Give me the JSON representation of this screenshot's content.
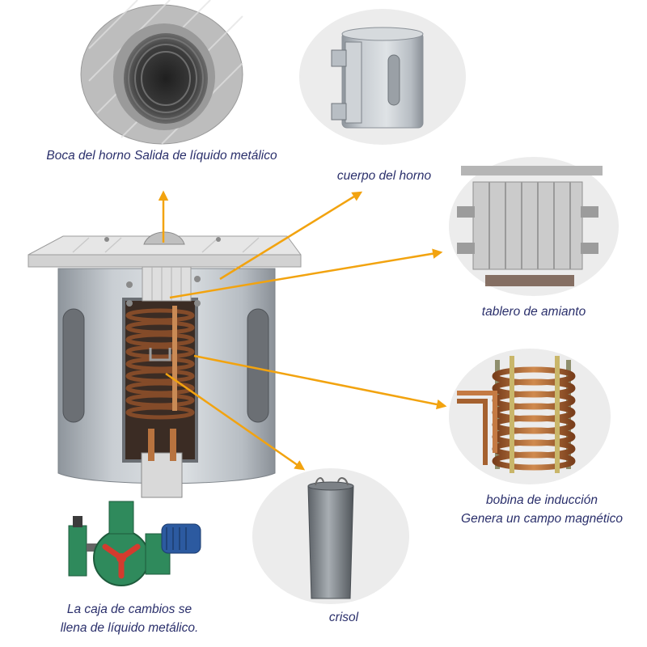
{
  "labels": {
    "furnace_mouth": "Boca del horno Salida de líquido metálico",
    "furnace_body": "cuerpo del horno",
    "asbestos_board": "tablero de amianto",
    "induction_coil_line1": "bobina de inducción",
    "induction_coil_line2": "Genera un campo magnético",
    "crucible": "crisol",
    "gearbox_line1": "La caja de cambios se",
    "gearbox_line2": "llena de líquido metálico."
  },
  "colors": {
    "arrow": "#f2a30f",
    "label_text": "#2a2f6b",
    "circle_bg": "#ececec",
    "copper": "#b86a35",
    "steel": "#b8bec4",
    "gear_green": "#2f8a5c"
  }
}
